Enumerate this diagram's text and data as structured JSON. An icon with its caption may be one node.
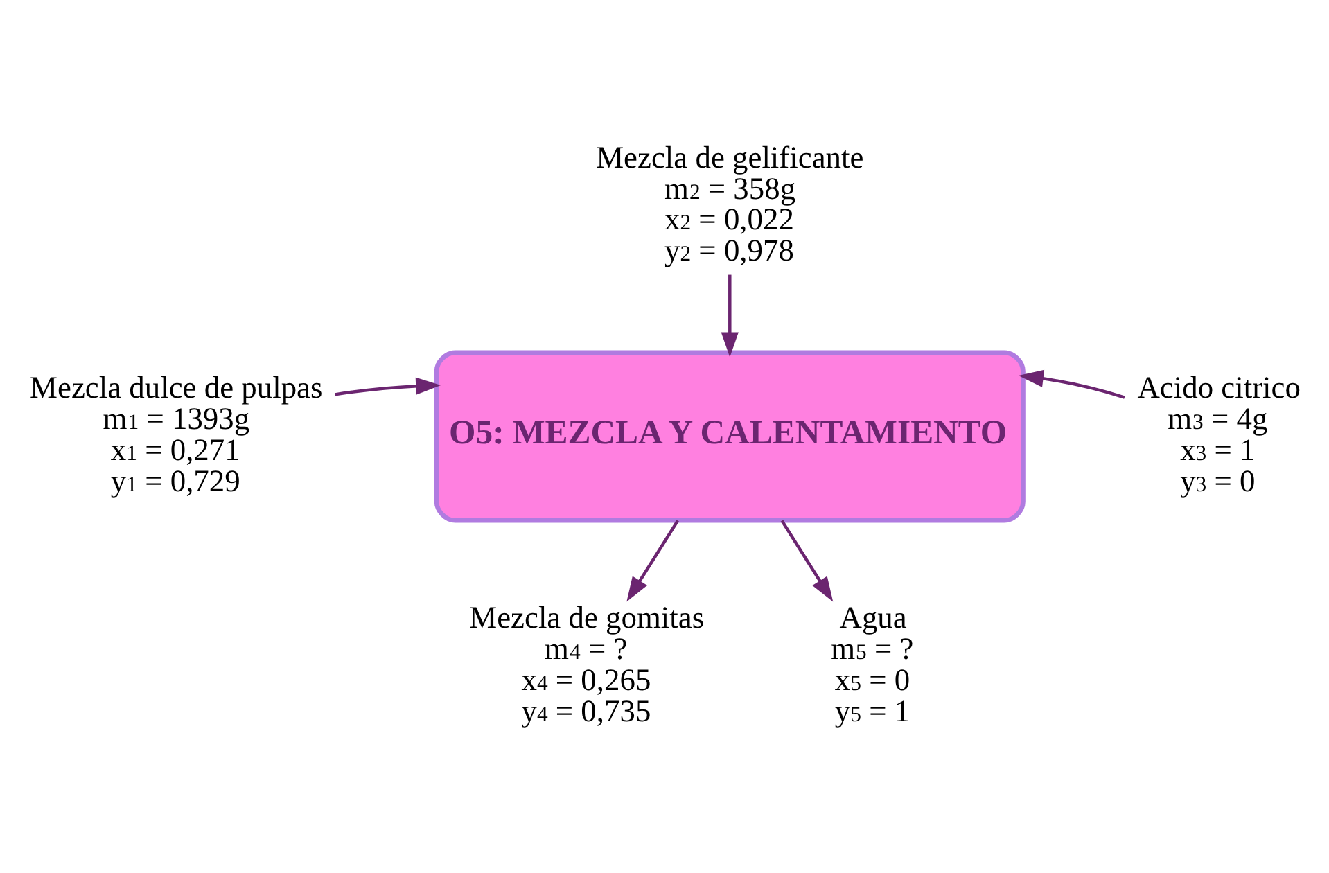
{
  "diagram": {
    "nodes": [
      {
        "text": [
          "Mezcla de gelificante",
          "m$_{2}$ = 358g",
          "x$_{2}$ = 0,022",
          "y$_{2}$ = 0,978"
        ]
      },
      {
        "text": [
          "Mezcla dulce de pulpas",
          "m$_{1}$ = 1393g",
          "x$_{1}$ = 0,271",
          "y$_{1}$ = 0,729"
        ]
      },
      {
        "text": [
          "O5: MEZCLA Y CALENTAMIENTO"
        ]
      },
      {
        "text": [
          "Acido citrico",
          "m$_{3}$ = 4g",
          "x$_{3}$ = 1",
          "y$_{3}$ = 0"
        ]
      },
      {
        "text": [
          "Mezcla de gomitas",
          "m$_{4}$ = ?",
          "x$_{4}$ = 0,265",
          "y$_{4}$ = 0,735"
        ]
      },
      {
        "text": [
          "Agua",
          "m$_{5}$ = ?",
          "x$_{5}$ = 0",
          "y$_{5}$ = 1"
        ]
      }
    ],
    "edges": [
      {
        "from": 0,
        "to": 2,
        "arrow": "to"
      },
      {
        "from": 1,
        "to": 2,
        "arrow": "to"
      },
      {
        "from": 3,
        "to": 2,
        "arrow": "to"
      },
      {
        "from": 2,
        "to": 4,
        "arrow": "to"
      },
      {
        "from": 2,
        "to": 5,
        "arrow": "to"
      }
    ]
  }
}
